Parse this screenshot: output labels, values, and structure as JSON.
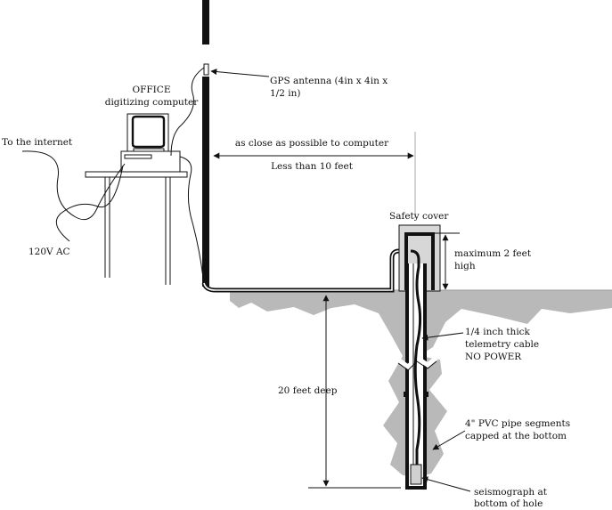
{
  "labels": {
    "gps_antenna_line1": "GPS antenna (4in x 4in x",
    "gps_antenna_line2": "1/2 in)",
    "office_line1": "OFFICE",
    "office_line2": "digitizing computer",
    "internet": "To the internet",
    "power": "120V AC",
    "distance_line1": "as close as possible to computer",
    "distance_line2": "Less than 10 feet",
    "safety_cover": "Safety cover",
    "max_height_line1": "maximum 2 feet",
    "max_height_line2": "high",
    "cable_line1": "1/4 inch thick",
    "cable_line2": "telemetry cable",
    "cable_line3": "NO POWER",
    "depth": "20 feet deep",
    "pvc_line1": "4\" PVC pipe segments",
    "pvc_line2": "capped at the bottom",
    "seismo_line1": "seismograph at",
    "seismo_line2": "bottom of hole"
  },
  "colors": {
    "ground": "#b9b9b9",
    "cover": "#d7d7d7",
    "ink": "#111111"
  }
}
